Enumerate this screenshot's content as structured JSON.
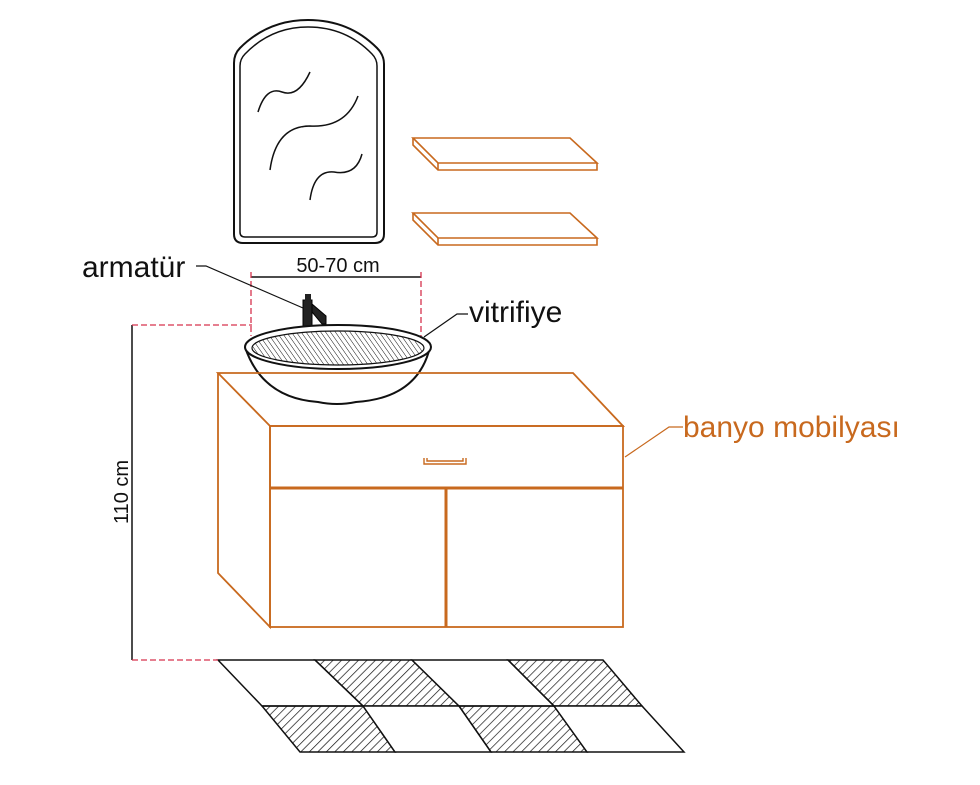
{
  "labels": {
    "faucet": "armatür",
    "basin": "vitrifiye",
    "cabinet": "banyo mobilyası",
    "width_dim": "50-70 cm",
    "height_dim": "110 cm"
  },
  "colors": {
    "line": "#111111",
    "furniture": "#c8691e",
    "dimension": "#d6334d",
    "background": "#ffffff"
  }
}
